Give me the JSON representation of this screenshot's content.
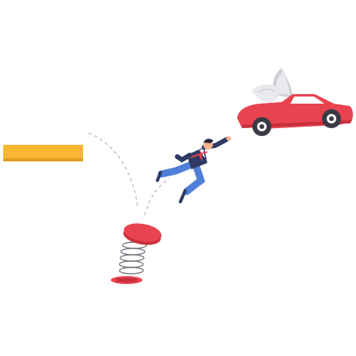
{
  "colors": {
    "background": "#ffffff",
    "ledge": "#f7b733",
    "ledge_shadow": "#e39e1c",
    "spring_pad": "#e8434f",
    "spring_pad_dark": "#c92f3c",
    "coil": "#7a7a82",
    "car_body": "#e8434f",
    "car_body_dark": "#c92f3c",
    "car_window": "#ffffff",
    "wheel": "#3a3a46",
    "wing": "#e9e9ee",
    "wing_shade": "#cfcfd6",
    "suit": "#2f3b66",
    "pants": "#4f7fd8",
    "tie": "#e8434f",
    "skin": "#f4b38f",
    "hair": "#23263a",
    "trajectory": "#b9b9c2"
  },
  "icons": [
    "ledge-platform",
    "spring-launcher",
    "jump-trajectory",
    "businessman-jumping",
    "flying-car-with-wings"
  ]
}
